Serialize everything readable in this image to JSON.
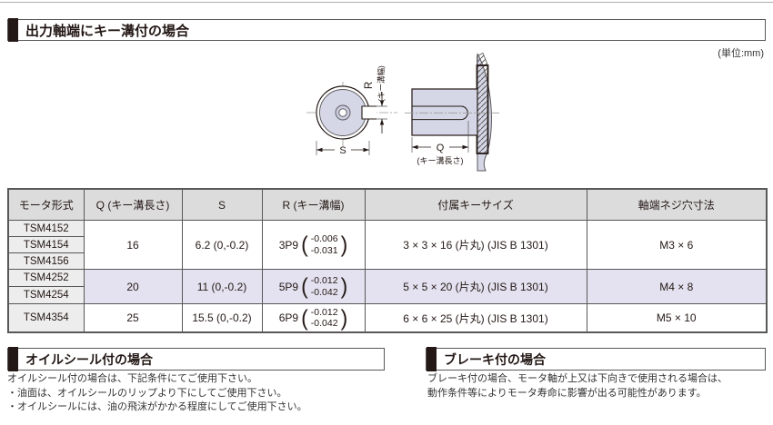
{
  "page": {
    "unit_label": "(単位:mm)"
  },
  "sections": {
    "keyway": {
      "title": "出力軸端にキー溝付の場合"
    },
    "oil_seal": {
      "title": "オイルシール付の場合",
      "lines": [
        "オイルシール付の場合は、下記条件にてご使用下さい。",
        "・油面は、オイルシールのリップより下にしてご使用下さい。",
        "・オイルシールには、油の飛沫がかかる程度にしてご使用下さい。"
      ]
    },
    "brake": {
      "title": "ブレーキ付の場合",
      "lines": [
        "ブレーキ付の場合、モータ軸が上又は下向きで使用される場合は、",
        "動作条件等によりモータ寿命に影響が出る可能性があります。"
      ]
    }
  },
  "diagram": {
    "labels": {
      "r": "R",
      "r_note": "(キー溝幅)",
      "s": "S",
      "q": "Q",
      "q_note": "(キー溝長さ)"
    }
  },
  "table": {
    "headers": [
      "モータ形式",
      "Q (キー溝長さ)",
      "S",
      "R (キー溝幅)",
      "付属キーサイズ",
      "軸端ネジ穴寸法"
    ],
    "groups": [
      {
        "models": [
          "TSM4152",
          "TSM4154",
          "TSM4156"
        ],
        "q": "16",
        "s": "6.2 (0,-0.2)",
        "r": {
          "nominal": "3P9",
          "upper": "-0.006",
          "lower": "-0.031"
        },
        "key": "3 × 3 × 16 (片丸)  (JIS B 1301)",
        "screw": "M3 × 6"
      },
      {
        "models": [
          "TSM4252",
          "TSM4254"
        ],
        "q": "20",
        "s": "11 (0,-0.2)",
        "r": {
          "nominal": "5P9",
          "upper": "-0.012",
          "lower": "-0.042"
        },
        "key": "5 × 5 × 20 (片丸)  (JIS B 1301)",
        "screw": "M4 × 8"
      },
      {
        "models": [
          "TSM4354"
        ],
        "q": "25",
        "s": "15.5 (0,-0.2)",
        "r": {
          "nominal": "6P9",
          "upper": "-0.012",
          "lower": "-0.042"
        },
        "key": "6 × 6 × 25 (片丸)  (JIS B 1301)",
        "screw": "M5 × 10"
      }
    ]
  },
  "colors": {
    "accent_row": "#e4e2f0",
    "drawing_fill": "#d5d7e7",
    "header_bg": "#dcdcdc",
    "model_col_bg": "#ededed",
    "bar_black": "#231815",
    "border": "#595757"
  }
}
